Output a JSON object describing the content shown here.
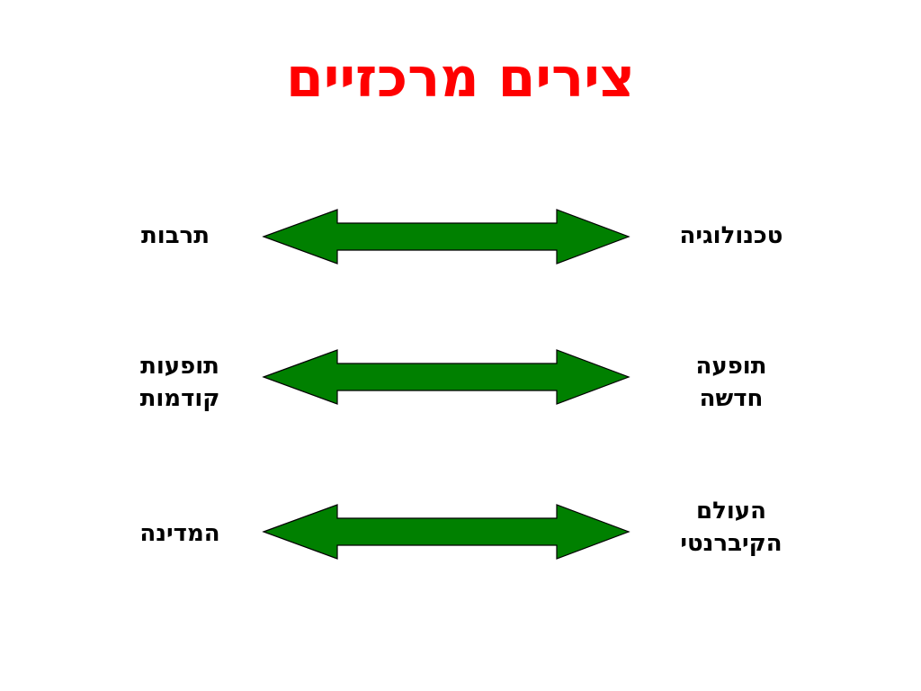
{
  "title": {
    "text": "צירים מרכזיים",
    "color": "#ff0000"
  },
  "arrow_color": {
    "fill": "#008000",
    "stroke": "#000000"
  },
  "axes": [
    {
      "right_label": "טכנולוגיה",
      "left_label": "תרבות"
    },
    {
      "right_label": "תופעה\nחדשה",
      "left_label": "תופעות\nקודמות"
    },
    {
      "right_label": "העולם\nהקיברנטי",
      "left_label": "המדינה"
    }
  ]
}
